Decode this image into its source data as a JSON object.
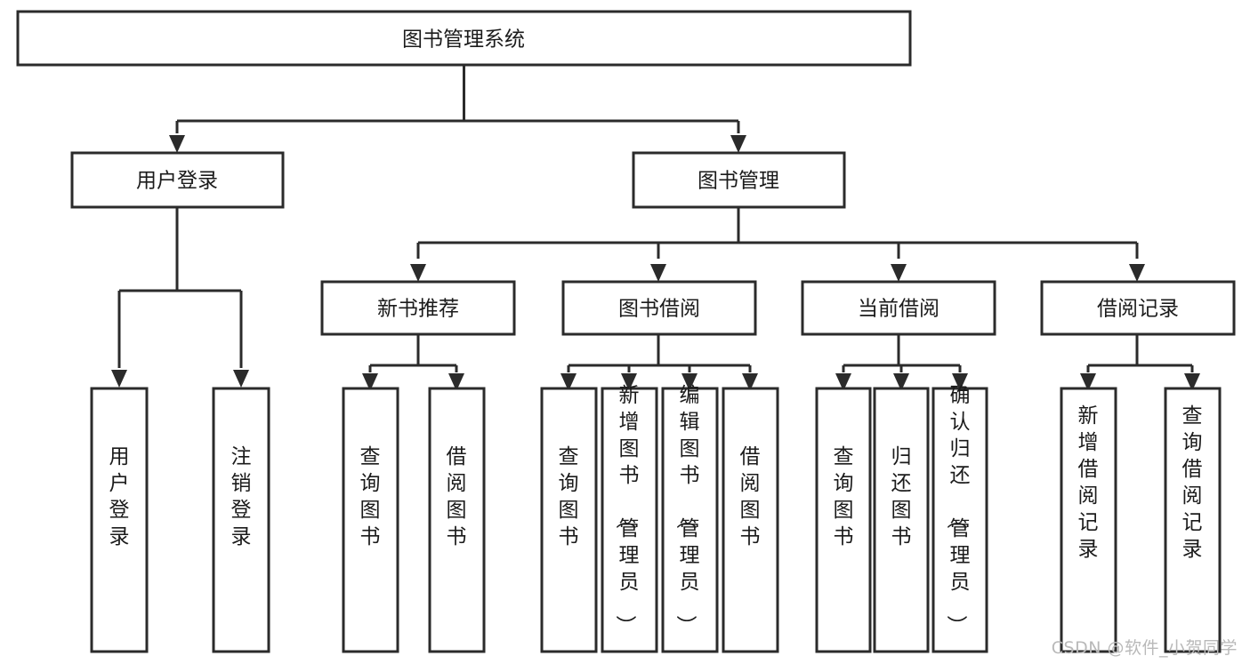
{
  "diagram": {
    "title": "图书管理系统",
    "type": "hierarchy-tree",
    "colors": {
      "box_fill": "#ffffff",
      "box_stroke": "#2b2b2b",
      "text": "#1b1b1b",
      "watermark": "#b9b9b9",
      "background": "#ffffff"
    },
    "root": {
      "label": "图书管理系统",
      "orientation": "horizontal"
    },
    "level2": [
      {
        "label": "用户登录",
        "orientation": "horizontal"
      },
      {
        "label": "图书管理",
        "orientation": "horizontal"
      }
    ],
    "level3": [
      {
        "label": "新书推荐",
        "orientation": "horizontal",
        "parent": "图书管理"
      },
      {
        "label": "图书借阅",
        "orientation": "horizontal",
        "parent": "图书管理"
      },
      {
        "label": "当前借阅",
        "orientation": "horizontal",
        "parent": "图书管理"
      },
      {
        "label": "借阅记录",
        "orientation": "horizontal",
        "parent": "图书管理"
      }
    ],
    "leaves": {
      "user_login": [
        {
          "label": "用户登录",
          "orientation": "vertical"
        },
        {
          "label": "注销登录",
          "orientation": "vertical"
        }
      ],
      "new_book_recommend": [
        {
          "label": "查询图书",
          "orientation": "vertical"
        },
        {
          "label": "借阅图书",
          "orientation": "vertical"
        }
      ],
      "book_borrow": [
        {
          "label": "查询图书",
          "orientation": "vertical"
        },
        {
          "label": "新增图书（管理员）",
          "orientation": "vertical"
        },
        {
          "label": "编辑图书（管理员）",
          "orientation": "vertical"
        },
        {
          "label": "借阅图书",
          "orientation": "vertical"
        }
      ],
      "current_borrow": [
        {
          "label": "查询图书",
          "orientation": "vertical"
        },
        {
          "label": "归还图书",
          "orientation": "vertical"
        },
        {
          "label": "确认归还（管理员）",
          "orientation": "vertical"
        }
      ],
      "borrow_record": [
        {
          "label": "新增借阅记录",
          "orientation": "vertical"
        },
        {
          "label": "查询借阅记录",
          "orientation": "vertical"
        }
      ]
    }
  },
  "watermark": {
    "text": "CSDN @软件_小贺同学"
  }
}
